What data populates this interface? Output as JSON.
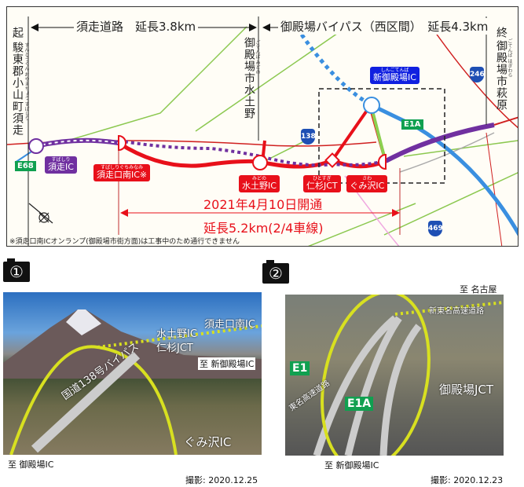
{
  "map": {
    "section1": "須走道路　延長3.8km",
    "section2": "御殿場バイパス（西区間）　延長4.3km",
    "start_mark": "起",
    "start_place": "駿東郡小山町須走",
    "start_ruby": "すんとうぐん おやまちょう すばしり",
    "mid_place": "御殿場市水土野",
    "mid_ruby": "ごてんば みどの",
    "end_mark": "終",
    "end_place": "御殿場市萩原",
    "end_ruby": "ごてんば はぎわら",
    "interchanges": [
      {
        "name": "須走IC",
        "ruby": "すばしり"
      },
      {
        "name": "須走口南IC※",
        "ruby": "すばしりぐちみなみ"
      },
      {
        "name": "水土野IC",
        "ruby": "みどの"
      },
      {
        "name": "仁杉JCT",
        "ruby": "ひとすぎ"
      },
      {
        "name": "ぐみ沢IC",
        "ruby": "さわ"
      },
      {
        "name": "新御殿場IC",
        "ruby": "しんごてんば"
      }
    ],
    "route_signs": [
      "E68",
      "E1A"
    ],
    "national_routes": [
      "138",
      "246",
      "469"
    ],
    "opening": "2021年4月10日開通",
    "length": "延長5.2km(2/4車線)",
    "note": "※須走口南ICオンランプ(御殿場市街方面)は工事中のため通行できません",
    "colors": {
      "open": "#e8101a",
      "planned": "#7030a0",
      "expressway": "#3a8fe0"
    }
  },
  "photo1": {
    "number": "①",
    "labels": [
      "須走口南IC",
      "水土野IC",
      "仁杉JCT",
      "至 新御殿場IC",
      "国道138号バイパス",
      "ぐみ沢IC"
    ],
    "bottom": "至 御殿場IC",
    "date": "撮影: 2020.12.25"
  },
  "photo2": {
    "number": "②",
    "top": "至 名古屋",
    "labels": [
      "新東名高速道路",
      "E1",
      "東名高速道路",
      "E1A",
      "御殿場JCT"
    ],
    "bottom": "至 新御殿場IC",
    "date": "撮影: 2020.12.23"
  }
}
